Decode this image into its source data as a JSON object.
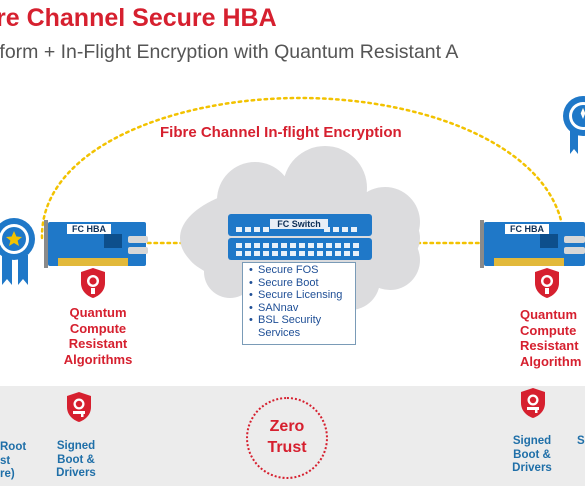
{
  "header": {
    "title": "re Channel Secure HBA",
    "subtitle": "tform + In-Flight Encryption with Quantum Resistant A"
  },
  "diagram": {
    "arc_label": "Fibre Channel In-flight Encryption",
    "switch_label": "FC Switch",
    "left_hba_label": "FC HBA",
    "right_hba_label": "FC HBA",
    "switch_features": [
      "Secure FOS",
      "Secure Boot",
      "Secure Licensing",
      "SANnav",
      "BSL Security Services"
    ],
    "left_algorithms": [
      "Quantum",
      "Compute",
      "Resistant",
      "Algorithms"
    ],
    "right_algorithms": [
      "Quantum",
      "Compute",
      "Resistant",
      "Algorithm"
    ]
  },
  "band": {
    "left_root": [
      "Root",
      "st",
      "re)"
    ],
    "left_signed": [
      "Signed",
      "Boot &",
      "Drivers"
    ],
    "zero_trust": [
      "Zero",
      "Trust"
    ],
    "right_signed": [
      "Signed",
      "Boot &",
      "Drivers"
    ],
    "right_edge": "S"
  },
  "colors": {
    "brand_red": "#d6202f",
    "hba_blue": "#1f78c8",
    "feature_text": "#1f4f96",
    "band_gray": "#ececec"
  },
  "icons": [
    "ribbon-award-icon",
    "shield-cert-icon",
    "shield-key-icon",
    "cloud-icon"
  ]
}
